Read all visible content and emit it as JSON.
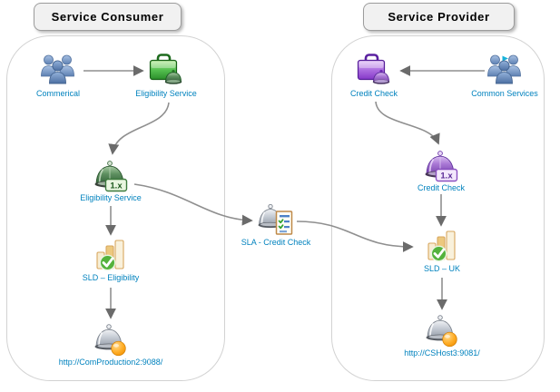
{
  "diagram": {
    "groups": [
      {
        "id": "consumer",
        "title": "Service Consumer"
      },
      {
        "id": "provider",
        "title": "Service Provider"
      }
    ],
    "nodes": {
      "commercial": {
        "label": "Commerical",
        "icon": "users-icon"
      },
      "eligibility_app": {
        "label": "Eligibility Service",
        "icon": "briefcase-service-icon",
        "color": "green"
      },
      "eligibility_v1": {
        "label": "Eligibility Service",
        "icon": "dome-version-icon",
        "badge": "1.x",
        "color": "green"
      },
      "sld_eligibility": {
        "label": "SLD – Eligibility",
        "icon": "sld-chart-check-icon"
      },
      "endpoint_consumer": {
        "label": "http://ComProduction2:9088/",
        "icon": "endpoint-dome-icon"
      },
      "sla_credit_check": {
        "label": "SLA - Credit Check",
        "icon": "sla-dome-checklist-icon"
      },
      "credit_check_app": {
        "label": "Credit Check",
        "icon": "briefcase-service-icon",
        "color": "purple"
      },
      "common_services": {
        "label": "Common Services",
        "icon": "users-icon"
      },
      "credit_check_v1": {
        "label": "Credit Check",
        "icon": "dome-version-icon",
        "badge": "1.x",
        "color": "purple"
      },
      "sld_uk": {
        "label": "SLD – UK",
        "icon": "sld-chart-check-icon"
      },
      "endpoint_provider": {
        "label": "http://CSHost3:9081/",
        "icon": "endpoint-dome-icon"
      }
    },
    "edges": [
      {
        "from": "commercial",
        "to": "eligibility_app"
      },
      {
        "from": "eligibility_app",
        "to": "eligibility_v1"
      },
      {
        "from": "eligibility_v1",
        "to": "sla_credit_check"
      },
      {
        "from": "sla_credit_check",
        "to": "sld_uk"
      },
      {
        "from": "eligibility_v1",
        "to": "sld_eligibility"
      },
      {
        "from": "sld_eligibility",
        "to": "endpoint_consumer"
      },
      {
        "from": "common_services",
        "to": "credit_check_app"
      },
      {
        "from": "credit_check_app",
        "to": "credit_check_v1"
      },
      {
        "from": "credit_check_v1",
        "to": "sld_uk"
      },
      {
        "from": "sld_uk",
        "to": "endpoint_provider"
      }
    ],
    "colors": {
      "label_text": "#0082be",
      "arrow": "#8f8f8f",
      "arrowhead": "#6b6b6b",
      "green_accent": "#3aa33a",
      "purple_accent": "#9b59d0",
      "container_border": "#d2d2d2",
      "title_fill": "#f1f1f1",
      "orange_endpoint": "#f59300",
      "check_green": "#54b23c"
    }
  }
}
